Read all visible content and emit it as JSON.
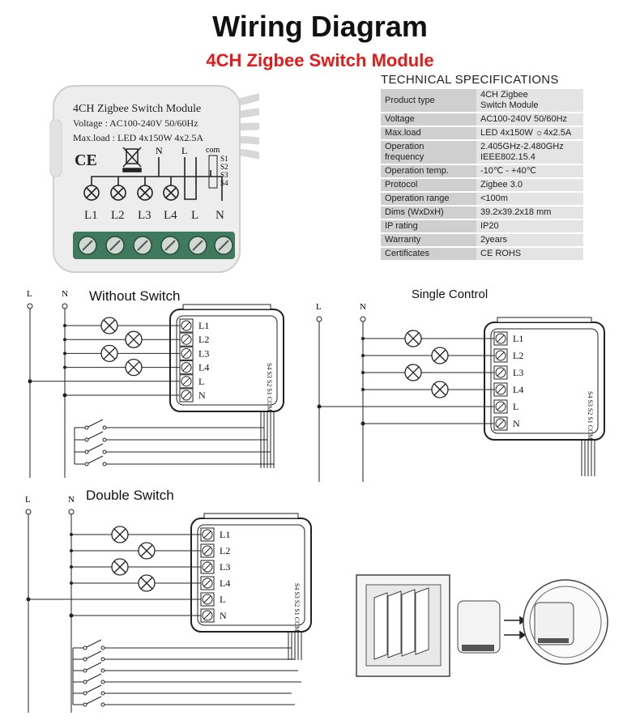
{
  "header": {
    "title": "Wiring Diagram",
    "subtitle": "4CH Zigbee Switch Module"
  },
  "module_label": {
    "name": "4CH Zigbee Switch Module",
    "voltage": "Voltage : AC100-240V 50/60Hz",
    "maxload": "Max.load : LED 4x150W  4x2.5A",
    "marks": [
      "CE",
      "N",
      "L",
      "com",
      "S1",
      "S2",
      "S3",
      "S4"
    ],
    "terminals": [
      "L1",
      "L2",
      "L3",
      "L4",
      "L",
      "N"
    ]
  },
  "specs": {
    "heading": "TECHNICAL SPECIFICATIONS",
    "rows": [
      {
        "k": "Product type",
        "v": "4CH Zigbee\nSwitch Module"
      },
      {
        "k": "Voltage",
        "v": "AC100-240V 50/60Hz"
      },
      {
        "k": "Max.load",
        "v": "LED 4x150W  ☼4x2.5A"
      },
      {
        "k": "Operation\nfrequency",
        "v": "2.405GHz-2.480GHz\nIEEE802.15.4"
      },
      {
        "k": "Operation temp.",
        "v": "-10℃  -  +40℃"
      },
      {
        "k": "Protocol",
        "v": "Zigbee  3.0"
      },
      {
        "k": "Operation range",
        "v": "<100m"
      },
      {
        "k": "Dims (WxDxH)",
        "v": "39.2x39.2x18 mm"
      },
      {
        "k": "IP rating",
        "v": "IP20"
      },
      {
        "k": "Warranty",
        "v": "2years"
      },
      {
        "k": "Certificates",
        "v": "CE ROHS"
      }
    ]
  },
  "diagrams": {
    "without_switch": "Without Switch",
    "single_control": "Single Control",
    "double_switch": "Double Switch",
    "line_L": "L",
    "line_N": "N",
    "terminal_labels": [
      "L1",
      "L2",
      "L3",
      "L4",
      "L",
      "N"
    ],
    "switch_labels": [
      "COM",
      "S1",
      "S2",
      "S3",
      "S4"
    ]
  },
  "colors": {
    "subtitle": "#e21a1a",
    "terminal_green": "#3f7a5f",
    "spec_key_bg": "#cfcfcf",
    "spec_val_bg": "#e4e4e4"
  }
}
